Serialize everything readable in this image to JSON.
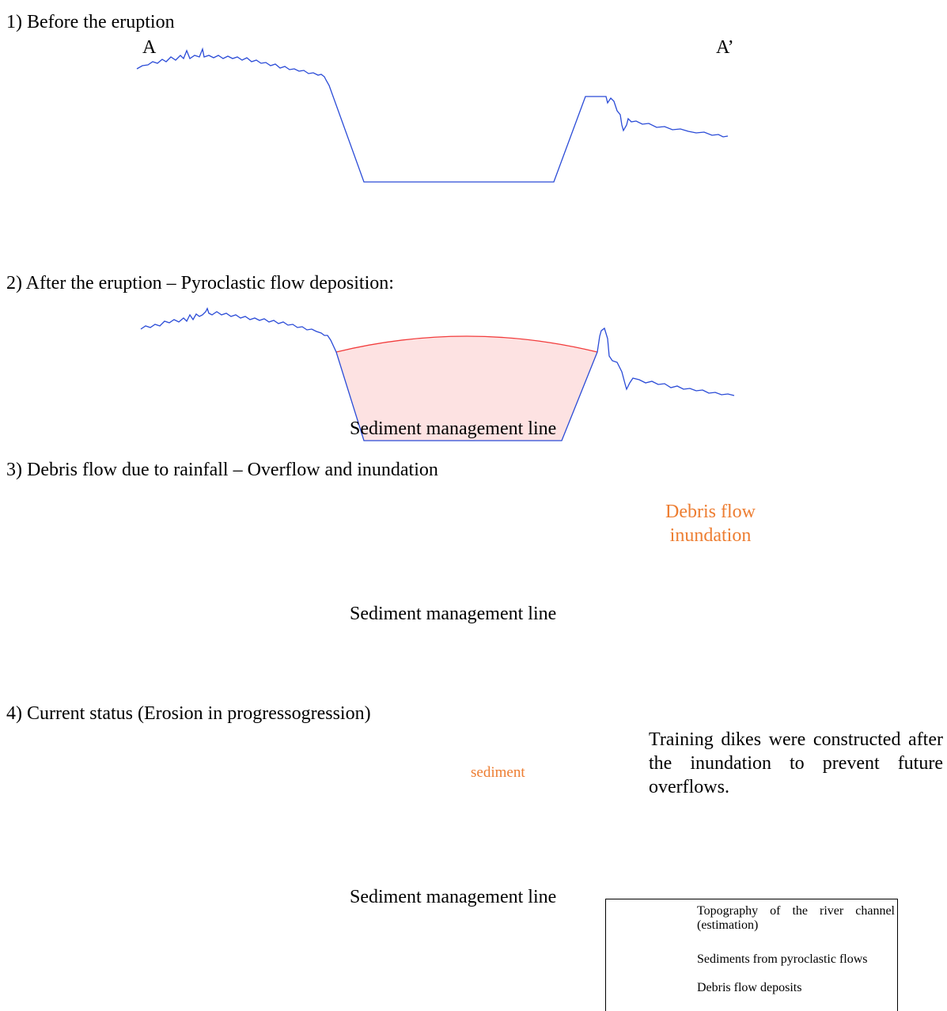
{
  "panels": [
    {
      "title": "1) Before the eruption"
    },
    {
      "title": "2) After the eruption – Pyroclastic flow deposition:"
    },
    {
      "title": "3) Debris flow due to rainfall – Overflow and inundation"
    },
    {
      "title": "4) Current status (Erosion in progressogression)"
    }
  ],
  "section_labels": {
    "left": "A",
    "right": "A’"
  },
  "sediment_line_label": "Sediment management line",
  "debris_label": {
    "line1": "Debris flow",
    "line2": "inundation"
  },
  "sediment_arrow_label": "sediment",
  "dike_note": "Training dikes were constructed after the inundation to prevent future overflows.",
  "legend": {
    "items": [
      {
        "label": "Topography of the river channel (estimation)"
      },
      {
        "label": "Sediments from pyroclastic flows"
      },
      {
        "label": "Debris flow deposits"
      }
    ]
  },
  "colors": {
    "topography": "#2a4bd7",
    "pyroclastic_fill": "#fde2e2",
    "pyroclastic_line": "#f23c3c",
    "debris_fill": "#fcd26b",
    "debris_line": "#ed7d31",
    "arrow_red": "#e00000"
  }
}
